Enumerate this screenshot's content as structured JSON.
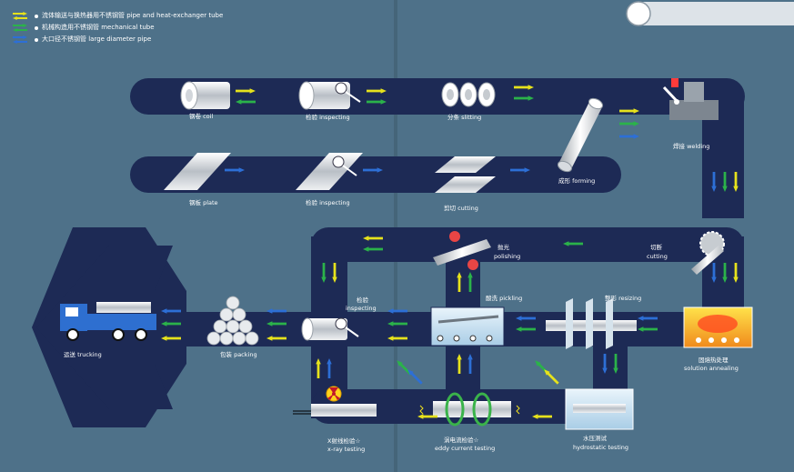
{
  "colors": {
    "background": "#4e7189",
    "track": "#1d2a55",
    "arrow_yellow": "#e6e21c",
    "arrow_green": "#2bb24a",
    "arrow_blue": "#2d6fd6"
  },
  "legend": [
    {
      "text": "流体输送与换热器用不锈钢管 pipe and heat-exchanger tube",
      "arrow": "yellow"
    },
    {
      "text": "机械构造用不锈钢管 mechanical tube",
      "arrow": "green"
    },
    {
      "text": "大口径不锈钢管 large diameter pipe",
      "arrow": "blue"
    }
  ],
  "stations": {
    "coil": "钢卷 coil",
    "inspecting_top": "检验 inspecting",
    "slitting": "分条 slitting",
    "forming": "成形 forming",
    "welding": "焊接 welding",
    "plate": "钢板 plate",
    "inspecting_plate": "检验 inspecting",
    "plate_cutting": "剪切 cutting",
    "polishing_cn": "抛光",
    "polishing_en": "polishing",
    "cutting_cn": "切断",
    "cutting_en": "cutting",
    "inspecting_mid_cn": "检验",
    "inspecting_mid_en": "inspecting",
    "pickling": "酸洗 pickling",
    "resizing": "整形 resizing",
    "annealing_cn": "固熔热处理",
    "annealing_en": "solution annealing",
    "packing": "包装 packing",
    "trucking": "运送 trucking",
    "xray_cn": "X射线检验☆",
    "xray_en": "x-ray testing",
    "eddy_cn": "涡电流检验☆",
    "eddy_en": "eddy current testing",
    "hydro_cn": "水压测试",
    "hydro_en": "hydrostatic testing"
  }
}
